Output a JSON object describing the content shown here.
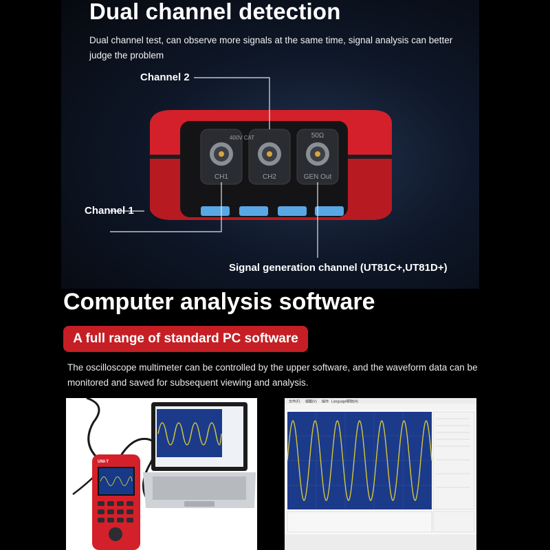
{
  "top": {
    "title": "Dual channel detection",
    "description": "Dual channel test, can observe more signals at the same time, signal analysis can better judge the problem",
    "callouts": {
      "channel2": "Channel 2",
      "channel1": "Channel 1",
      "signal_gen": "Signal generation channel (UT81C+,UT81D+)"
    },
    "ports": {
      "ch1": "CH1",
      "ch2": "CH2",
      "gen_out": "GEN Out",
      "ohm": "50Ω",
      "rating": "400V CAT"
    }
  },
  "software": {
    "title": "Computer analysis software",
    "badge": "A full range of standard PC software",
    "description": "The oscilloscope multimeter can be controlled by the upper software, and the waveform data can be monitored and saved for subsequent viewing and analysis.",
    "device_brand": "UNI-T",
    "menu": [
      "文件(F)",
      "视图(V)",
      "操作",
      "Language",
      "帮助(H)"
    ]
  },
  "colors": {
    "accent_red": "#c51f25",
    "device_red": "#d4202a",
    "wave_yellow": "#d4c83a",
    "screen_blue": "#1c3a8a"
  }
}
